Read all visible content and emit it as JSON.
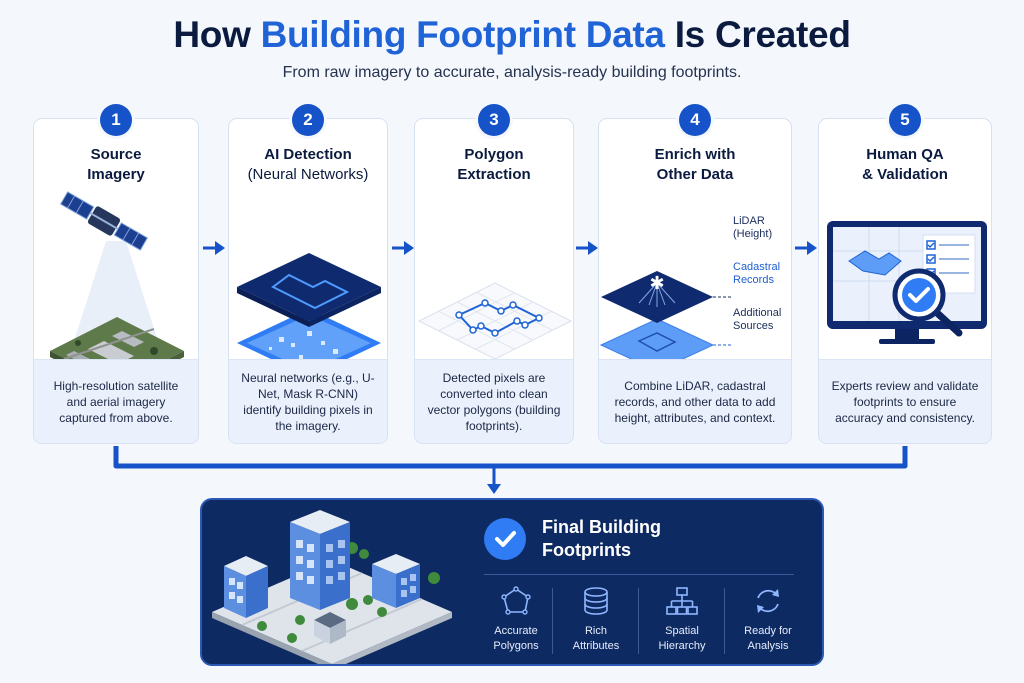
{
  "header": {
    "title_pre": "How",
    "title_highlight": "Building Footprint Data",
    "title_post": "Is Created",
    "subtitle": "From raw imagery to accurate, analysis-ready building footprints."
  },
  "steps": [
    {
      "number": "1",
      "title": "Source",
      "title2": "Imagery",
      "desc": "High-resolution satellite and aerial imagery captured from above."
    },
    {
      "number": "2",
      "title": "AI Detection",
      "title2": "(Neural Networks)",
      "desc": "Neural networks (e.g., U-Net, Mask R-CNN) identify building pixels in the imagery."
    },
    {
      "number": "3",
      "title": "Polygon",
      "title2": "Extraction",
      "desc": "Detected pixels are converted into clean vector polygons (building footprints)."
    },
    {
      "number": "4",
      "title": "Enrich with",
      "title2": "Other Data",
      "desc": "Combine LiDAR, cadastral records, and other data to add height, attributes, and context.",
      "layers": [
        {
          "label": "LiDAR",
          "label2": "(Height)"
        },
        {
          "label": "Cadastral",
          "label2": "Records"
        },
        {
          "label": "Additional",
          "label2": "Sources"
        }
      ]
    },
    {
      "number": "5",
      "title": "Human QA",
      "title2": "& Validation",
      "desc": "Experts review and validate footprints to ensure accuracy and consistency."
    }
  ],
  "final": {
    "title_line1": "Final Building",
    "title_line2": "Footprints",
    "features": [
      {
        "label": "Accurate",
        "label2": "Polygons",
        "icon": "polygon-icon"
      },
      {
        "label": "Rich",
        "label2": "Attributes",
        "icon": "database-icon"
      },
      {
        "label": "Spatial",
        "label2": "Hierarchy",
        "icon": "hierarchy-icon"
      },
      {
        "label": "Ready for",
        "label2": "Analysis",
        "icon": "refresh-icon"
      }
    ]
  },
  "colors": {
    "primary": "#1653c8",
    "highlight": "#1f63d6",
    "navy": "#0e2a62",
    "card_desc_bg": "#eaf1fc"
  }
}
